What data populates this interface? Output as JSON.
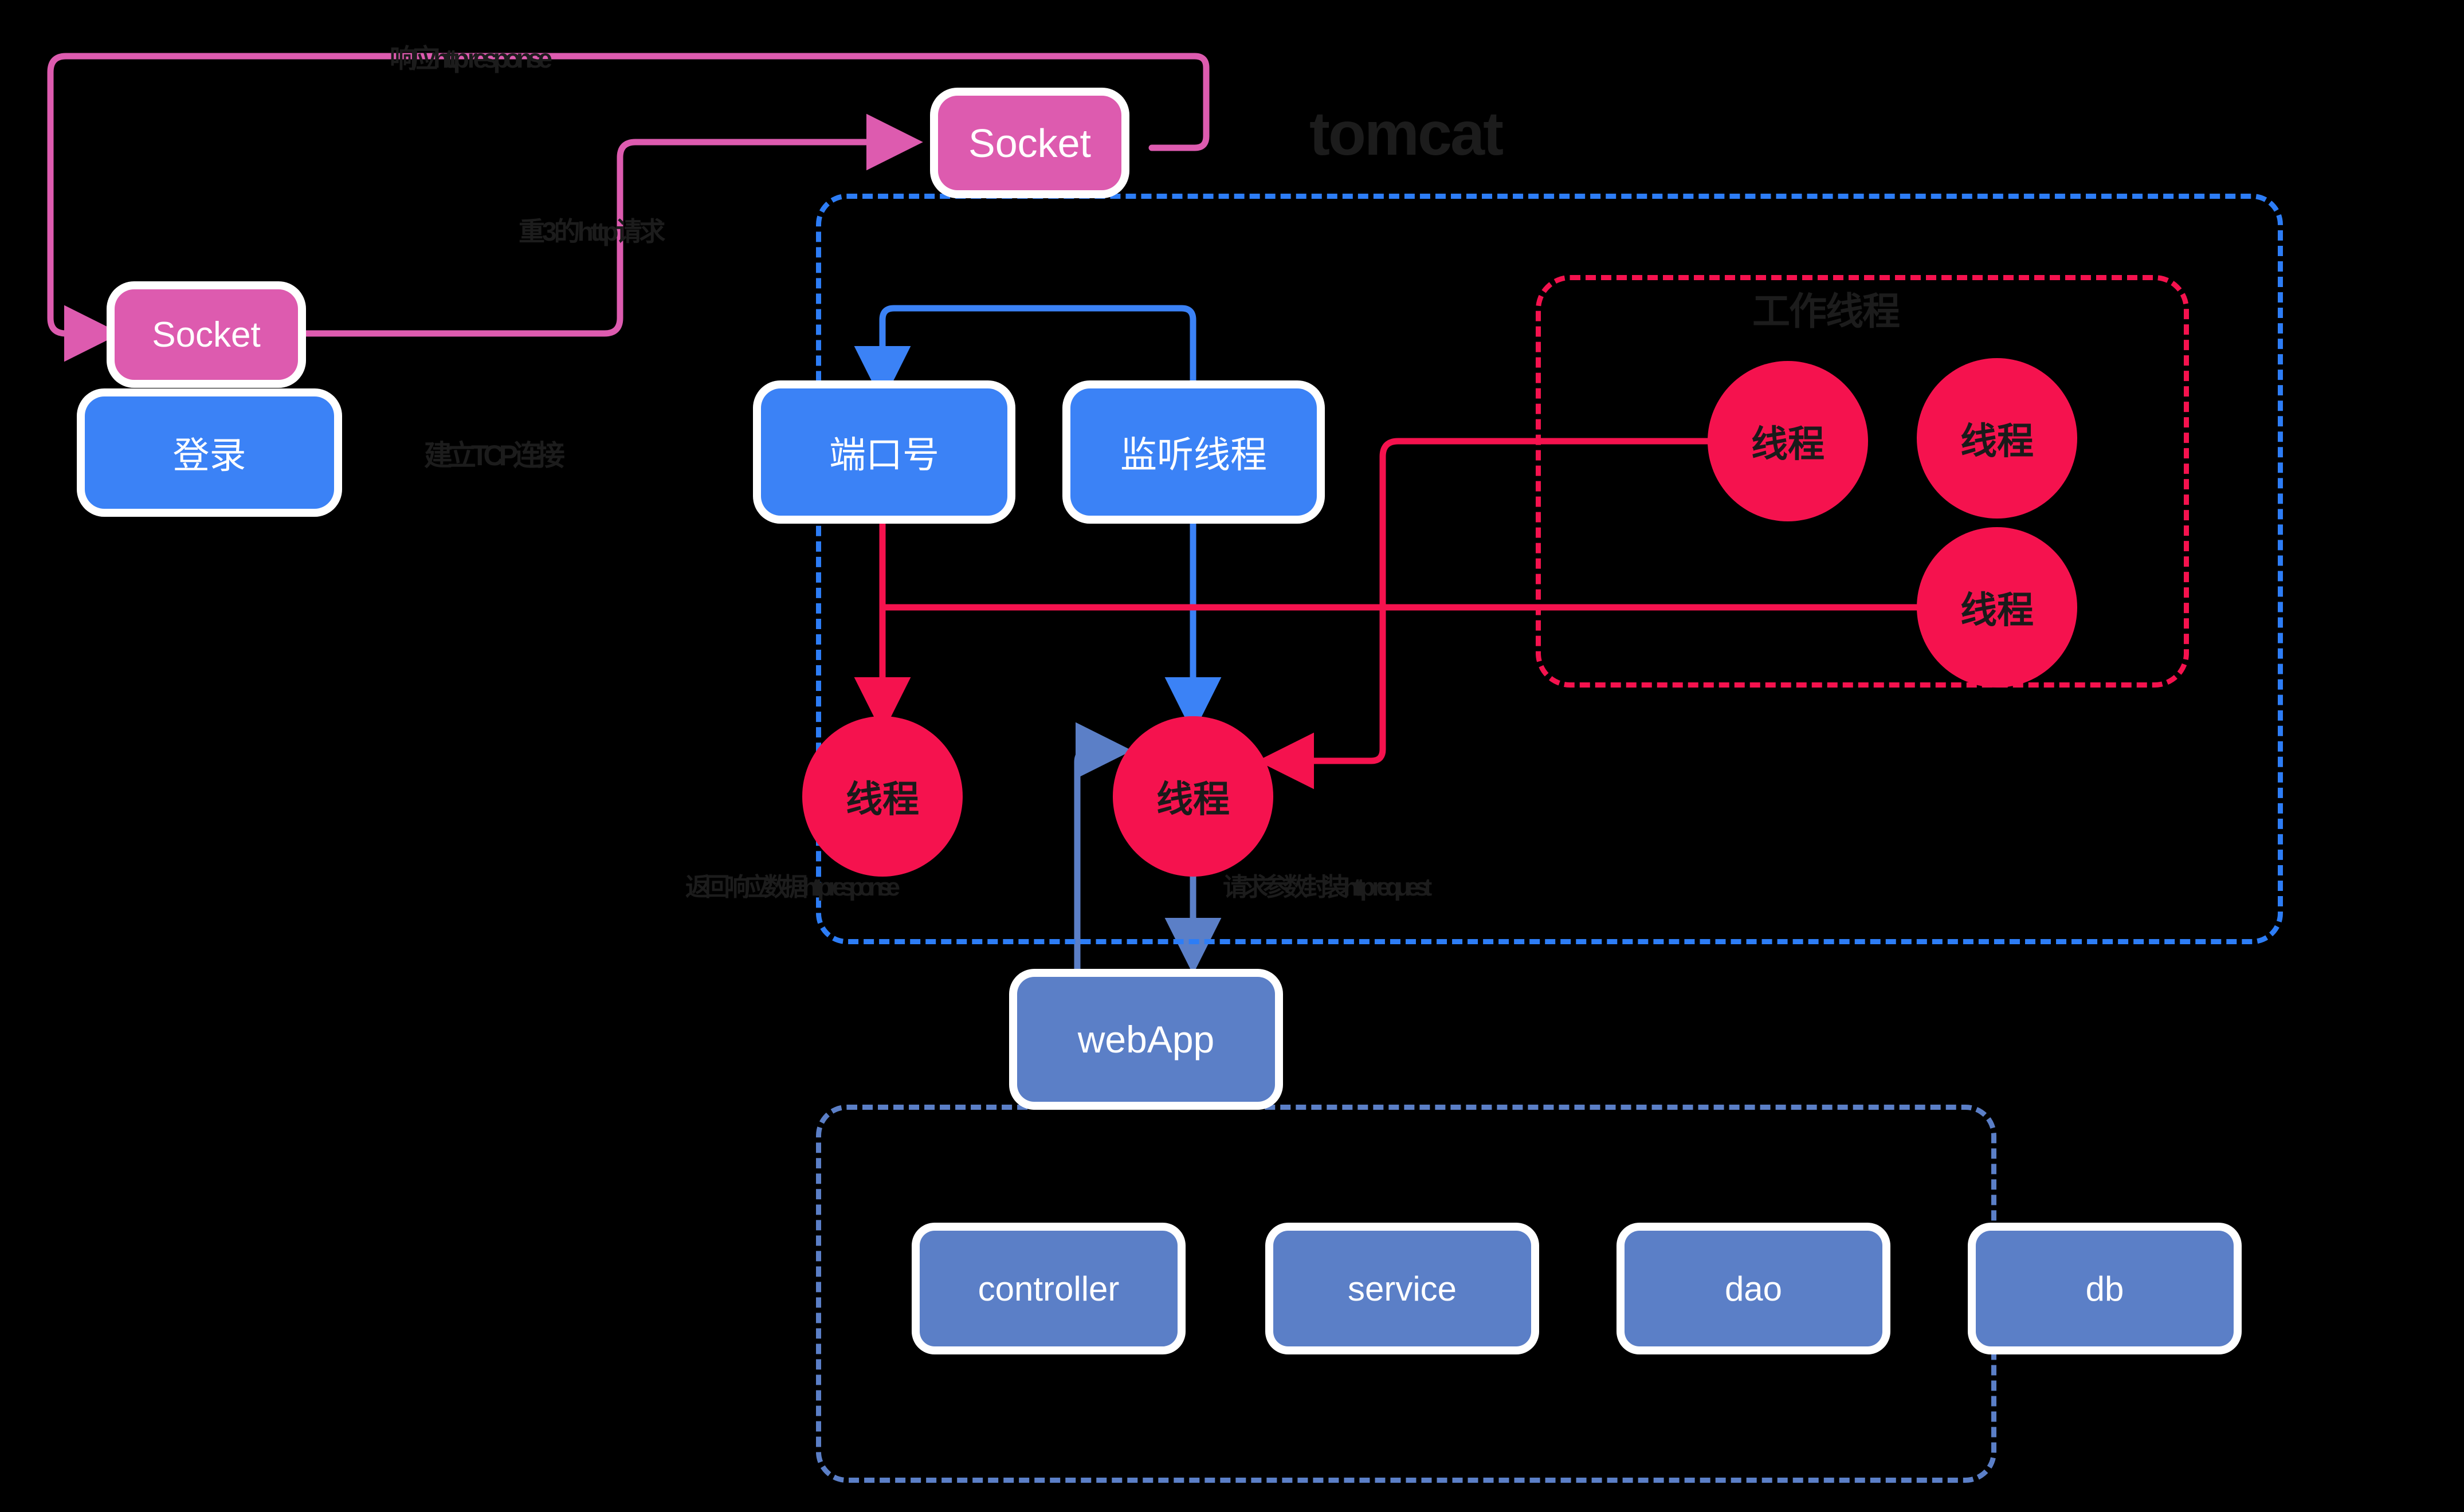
{
  "diagram": {
    "title": "tomcat",
    "background": "#000000",
    "colors": {
      "pink": "#DD5BAF",
      "blue": "#3B82F6",
      "slate": "#5B7FC7",
      "crimson": "#F5124E",
      "dashed_blue": "#2D7DF6",
      "label_text": "#1C1C1C"
    }
  },
  "client": {
    "socket_top_label": "Socket",
    "socket_left_label": "Socket",
    "login_label": "登录",
    "tcp_label": "建立TCP连接"
  },
  "flow_labels": {
    "response_top": "响应http response",
    "send_request": "重3的http请求",
    "return_response": "返回响应数据http response",
    "request_wrap": "请求参数封装http request"
  },
  "tomcat": {
    "title": "tomcat",
    "port_label": "端口号",
    "listener_label": "监听线程",
    "thread_left_label": "线程",
    "thread_right_label": "线程"
  },
  "thread_pool": {
    "title": "工作线程",
    "threads": [
      {
        "label": "线程"
      },
      {
        "label": "线程"
      },
      {
        "label": "线程"
      }
    ]
  },
  "webapp": {
    "label": "webApp"
  },
  "layers": {
    "items": [
      {
        "label": "controller"
      },
      {
        "label": "service"
      },
      {
        "label": "dao"
      },
      {
        "label": "db"
      }
    ]
  }
}
